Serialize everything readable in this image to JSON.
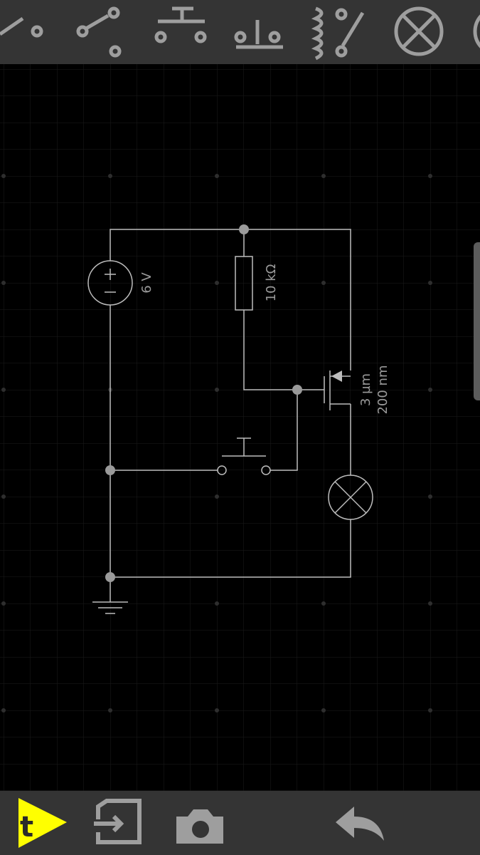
{
  "toolbar": {
    "tools": [
      {
        "name": "switch-spst",
        "icon": "spst-switch-icon"
      },
      {
        "name": "switch-spdt",
        "icon": "spdt-switch-icon"
      },
      {
        "name": "pushbutton-no",
        "icon": "pushbutton-no-icon"
      },
      {
        "name": "pushbutton-nc",
        "icon": "pushbutton-nc-icon"
      },
      {
        "name": "relay",
        "icon": "relay-icon"
      },
      {
        "name": "lamp",
        "icon": "lamp-icon"
      },
      {
        "name": "more",
        "icon": "partial-icon"
      }
    ]
  },
  "circuit": {
    "source_label": "6 V",
    "resistor_label": "10 kΩ",
    "mosfet_width": "3 µm",
    "mosfet_length": "200 nm"
  },
  "bottom_bar": {
    "buttons": [
      {
        "name": "text-tool",
        "icon": "text-tool-icon"
      },
      {
        "name": "export",
        "icon": "export-icon"
      },
      {
        "name": "screenshot",
        "icon": "camera-icon"
      },
      {
        "name": "undo",
        "icon": "undo-icon"
      }
    ]
  },
  "colors": {
    "toolbar_bg": "#343434",
    "canvas_bg": "#000000",
    "wire": "#bdbdbd",
    "icon": "#9e9e9e",
    "accent": "#ffff00"
  }
}
